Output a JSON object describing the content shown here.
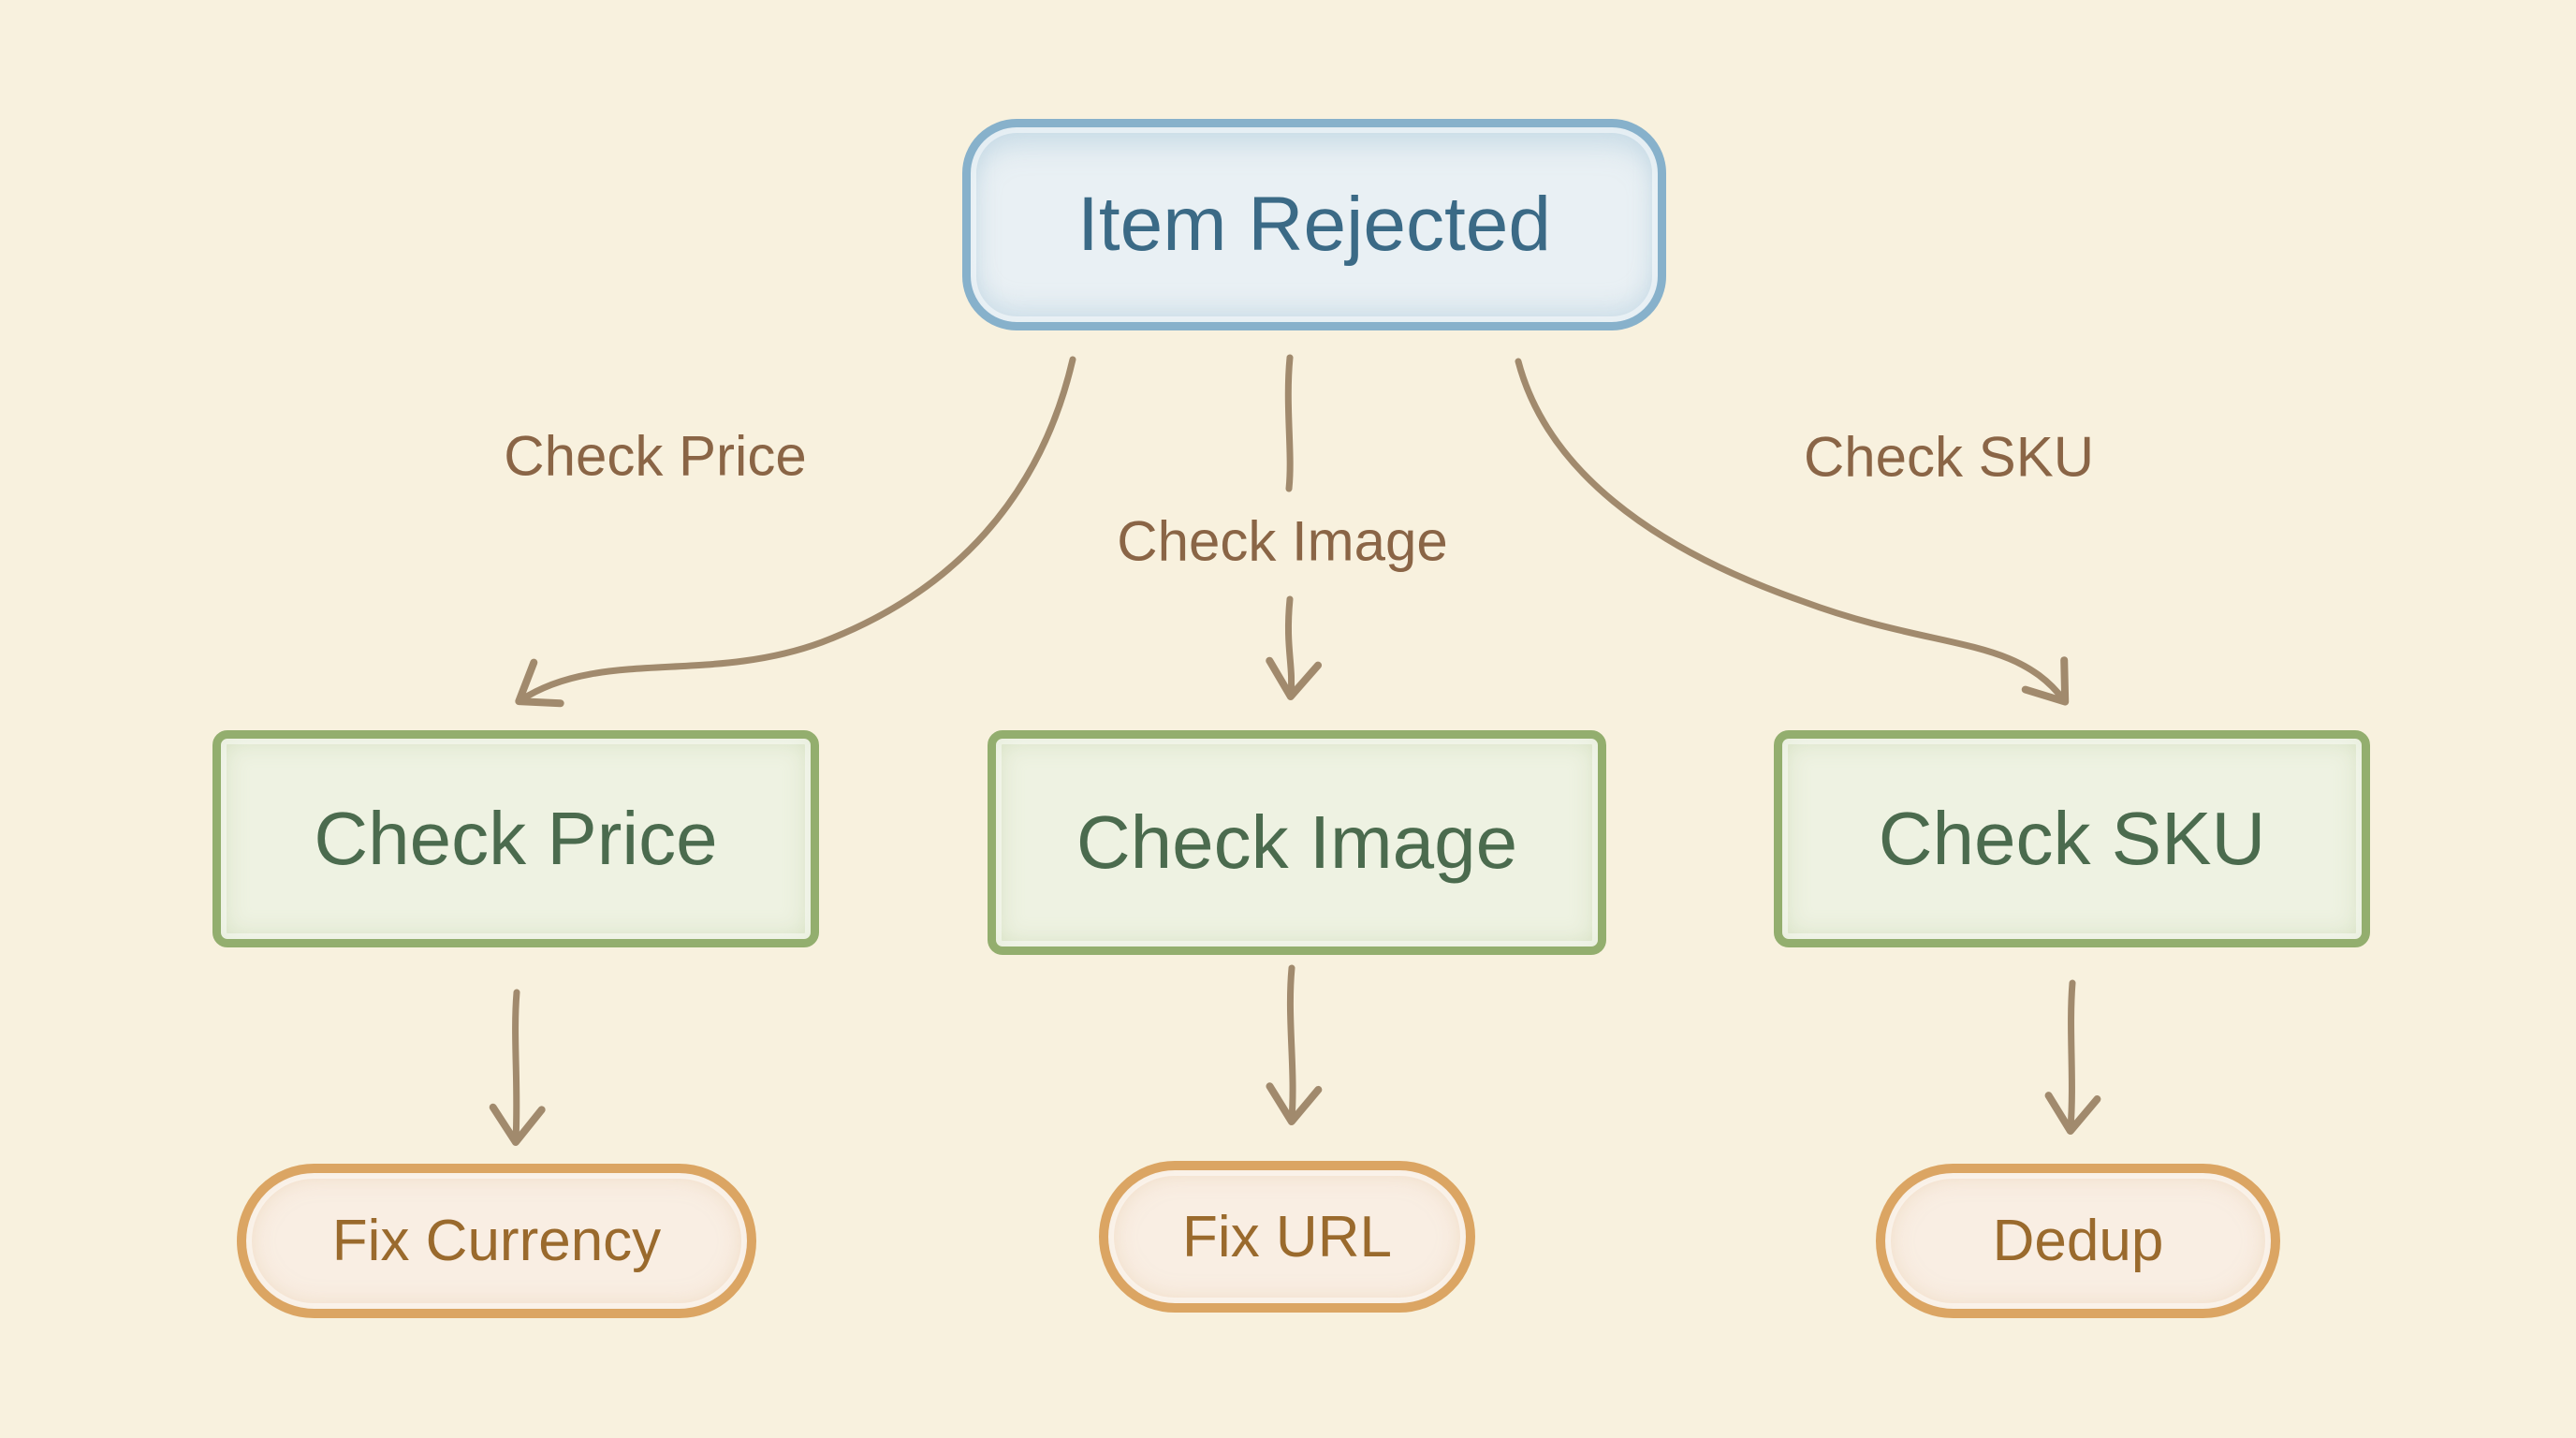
{
  "title": "Item Rejected flowchart",
  "colors": {
    "background": "#f8f1de",
    "blue_border": "#87b1cb",
    "blue_fill": "#e9f0f4",
    "blue_text": "#3b6a86",
    "green_border": "#93ae6e",
    "green_fill": "#eef2e2",
    "green_text": "#4b6b4e",
    "orange_border": "#dba563",
    "orange_fill": "#f9eee3",
    "orange_text": "#9a6a2d",
    "edge_label": "#8a6546",
    "arrow": "#a18a6d"
  },
  "nodes": {
    "root": {
      "label": "Item Rejected",
      "type": "start"
    },
    "check_price": {
      "label": "Check Price",
      "type": "process"
    },
    "check_image": {
      "label": "Check Image",
      "type": "process"
    },
    "check_sku": {
      "label": "Check SKU",
      "type": "process"
    },
    "fix_currency": {
      "label": "Fix Currency",
      "type": "action"
    },
    "fix_url": {
      "label": "Fix URL",
      "type": "action"
    },
    "dedup": {
      "label": "Dedup",
      "type": "action"
    }
  },
  "edges": [
    {
      "from": "root",
      "to": "check_price",
      "label": "Check Price"
    },
    {
      "from": "root",
      "to": "check_image",
      "label": "Check Image"
    },
    {
      "from": "root",
      "to": "check_sku",
      "label": "Check SKU"
    },
    {
      "from": "check_price",
      "to": "fix_currency",
      "label": ""
    },
    {
      "from": "check_image",
      "to": "fix_url",
      "label": ""
    },
    {
      "from": "check_sku",
      "to": "dedup",
      "label": ""
    }
  ]
}
